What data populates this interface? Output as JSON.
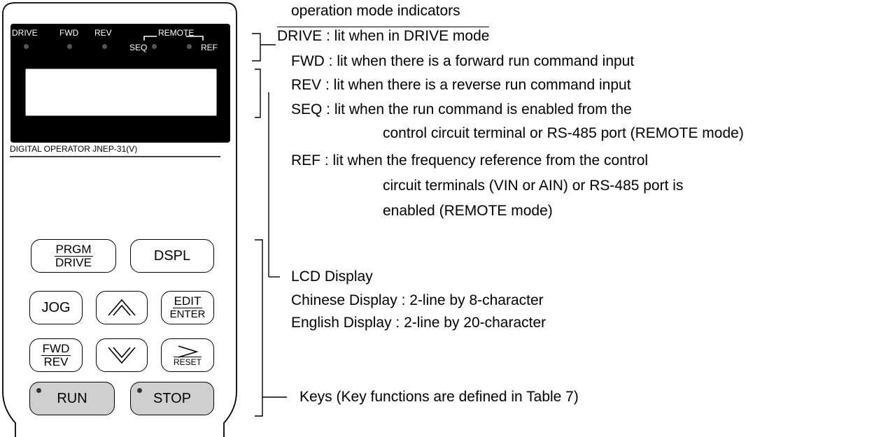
{
  "operator": {
    "model_label": "DIGITAL OPERATOR JNEP-31(V)",
    "indicators": {
      "drive": "DRIVE",
      "fwd": "FWD",
      "rev": "REV",
      "remote": "REMOTE",
      "seq": "SEQ",
      "ref": "REF"
    },
    "keys": {
      "prgm": "PRGM",
      "drive": "DRIVE",
      "dspl": "DSPL",
      "jog": "JOG",
      "edit": "EDIT",
      "enter": "ENTER",
      "fwd": "FWD",
      "rev": "REV",
      "reset": "RESET",
      "run": "RUN",
      "stop": "STOP"
    }
  },
  "annotations": {
    "heading": "operation mode indicators",
    "drive": "DRIVE : lit when in DRIVE mode",
    "fwd": "FWD : lit when there is a forward run command input",
    "rev": "REV : lit when there is a reverse run command input",
    "seq_1": "SEQ : lit when the run command is enabled from the",
    "seq_2": "control circuit terminal or RS-485 port (REMOTE mode)",
    "ref_1": "REF : lit when the frequency reference from the control",
    "ref_2": "circuit terminals (VIN or AIN) or RS-485 port is",
    "ref_3": "enabled (REMOTE mode)",
    "lcd_title": "LCD Display",
    "lcd_chinese": "Chinese Display : 2-line by 8-character",
    "lcd_english": "English Display : 2-line by 20-character",
    "keys": "Keys  (Key functions are defined in Table 7)"
  }
}
